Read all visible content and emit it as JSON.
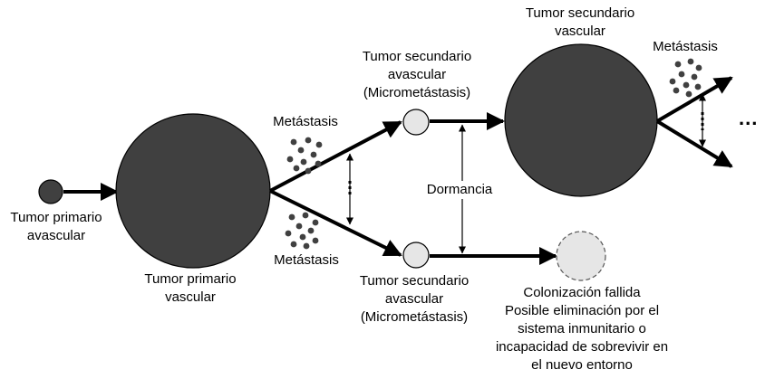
{
  "colors": {
    "tumor_fill": "#404040",
    "micro_fill": "#e6e6e6",
    "failed_fill": "#e6e6e6",
    "line": "#000000"
  },
  "labels": {
    "primary_avascular": [
      "Tumor primario",
      "avascular"
    ],
    "primary_vascular": [
      "Tumor primario",
      "vascular"
    ],
    "metastasis_upper": "Metástasis",
    "metastasis_lower": "Metástasis",
    "metastasis_right": "Metástasis",
    "micro_upper": [
      "Tumor secundario",
      "avascular",
      "(Micrometástasis)"
    ],
    "micro_lower": [
      "Tumor secundario",
      "avascular",
      "(Micrometástasis)"
    ],
    "secondary_vascular": [
      "Tumor secundario",
      "vascular"
    ],
    "dormancy": "Dormancia",
    "failed_colonization": [
      "Colonización fallida",
      "Posible eliminación por el",
      "sistema inmunitario o",
      "incapacidad de sobrevivir en",
      "el nuevo entorno"
    ],
    "continuation": "..."
  }
}
